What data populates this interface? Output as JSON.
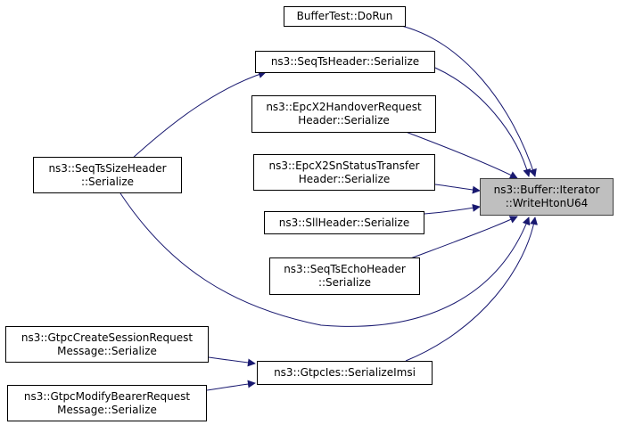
{
  "graph": {
    "edge_color": "#191970",
    "focus_fill": "#bfbfbf",
    "nodes": {
      "target": {
        "lines": [
          "ns3::Buffer::Iterator",
          "::WriteHtonU64"
        ]
      },
      "buffertest": {
        "lines": [
          "BufferTest::DoRun"
        ]
      },
      "seqts": {
        "lines": [
          "ns3::SeqTsHeader::Serialize"
        ]
      },
      "epcx2handover": {
        "lines": [
          "ns3::EpcX2HandoverRequest",
          "Header::Serialize"
        ]
      },
      "seqtssize": {
        "lines": [
          "ns3::SeqTsSizeHeader",
          "::Serialize"
        ]
      },
      "epcx2sn": {
        "lines": [
          "ns3::EpcX2SnStatusTransfer",
          "Header::Serialize"
        ]
      },
      "sll": {
        "lines": [
          "ns3::SllHeader::Serialize"
        ]
      },
      "seqtsecho": {
        "lines": [
          "ns3::SeqTsEchoHeader",
          "::Serialize"
        ]
      },
      "gtpccreate": {
        "lines": [
          "ns3::GtpcCreateSessionRequest",
          "Message::Serialize"
        ]
      },
      "gtpcies": {
        "lines": [
          "ns3::GtpcIes::SerializeImsi"
        ]
      },
      "gtpcmodify": {
        "lines": [
          "ns3::GtpcModifyBearerRequest",
          "Message::Serialize"
        ]
      }
    }
  }
}
